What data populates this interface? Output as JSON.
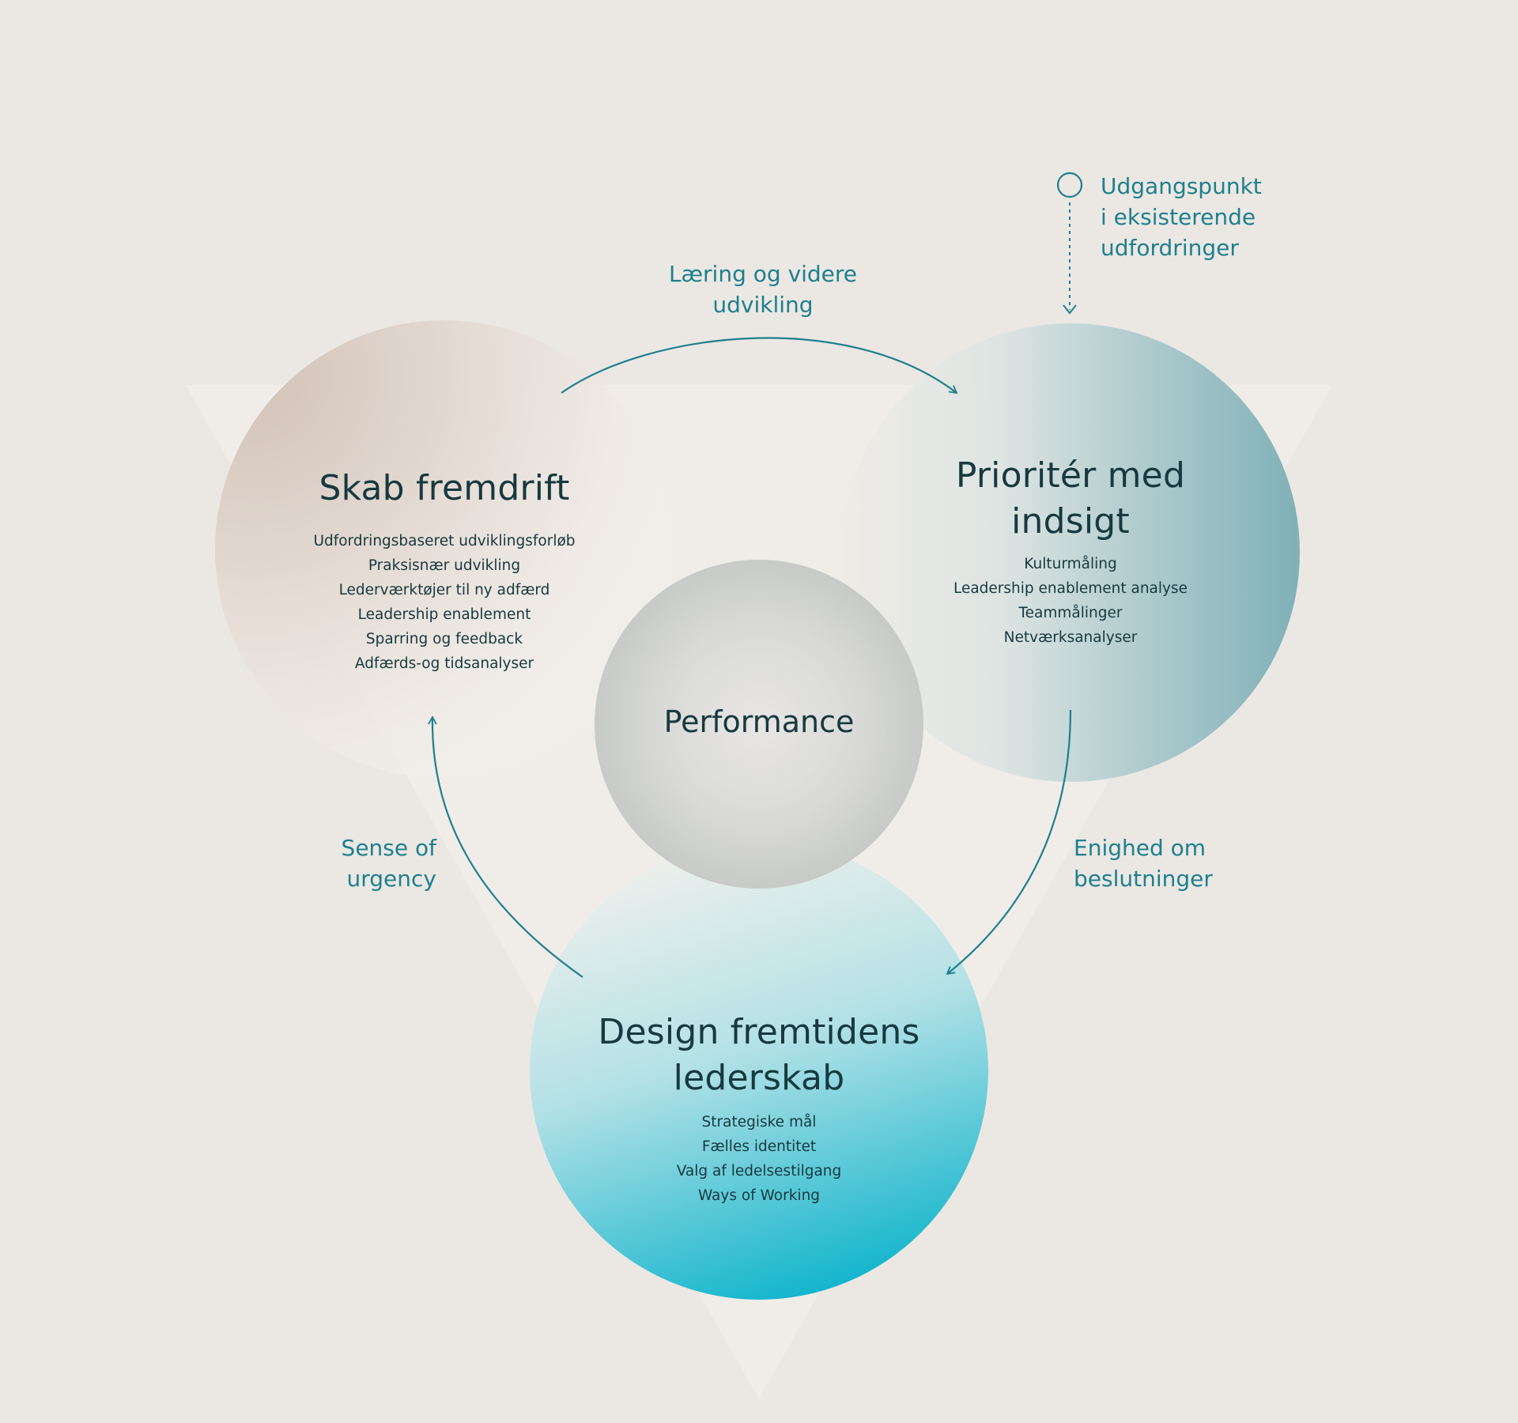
{
  "diagram": {
    "center": {
      "title": "Performance"
    },
    "circles": [
      {
        "id": "skab",
        "title_lines": [
          "Skab fremdrift"
        ],
        "items": [
          "Udfordringsbaseret udviklingsforløb",
          "Praksisnær udvikling",
          "Lederværktøjer til ny adfærd",
          "Leadership enablement",
          "Sparring og feedback",
          "Adfærds-og tidsanalyser"
        ]
      },
      {
        "id": "prioriter",
        "title_lines": [
          "Prioritér med",
          "indsigt"
        ],
        "items": [
          "Kulturmåling",
          "Leadership enablement analyse",
          "Teammålinger",
          "Netværksanalyser"
        ]
      },
      {
        "id": "design",
        "title_lines": [
          "Design fremtidens",
          "lederskab"
        ],
        "items": [
          "Strategiske mål",
          "Fælles identitet",
          "Valg af ledelsestilgang",
          "Ways of Working"
        ]
      }
    ],
    "arrow_labels": {
      "top": [
        "Læring og videre",
        "udvikling"
      ],
      "right": [
        "Enighed om",
        "beslutninger"
      ],
      "left": [
        "Sense of",
        "urgency"
      ]
    },
    "start_point": {
      "label_lines": [
        "Udgangspunkt",
        "i eksisterende",
        "udfordringer"
      ]
    }
  },
  "colors": {
    "background": "#ebe8e3",
    "accent_teal": "#1f7f8e",
    "text_dark": "#17393f",
    "circle_skab": "#d2c3b8",
    "circle_prioriter": "#7fb1b7",
    "circle_design": "#0db4cb",
    "circle_center": "#c8cac8"
  }
}
